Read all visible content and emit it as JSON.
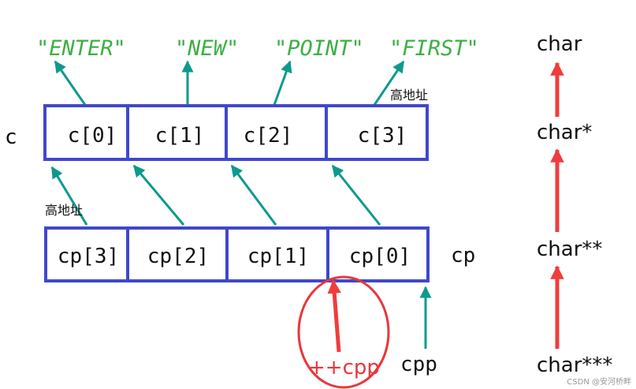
{
  "strings": [
    "\"ENTER\"",
    "\"NEW\"",
    "\"POINT\"",
    "\"FIRST\""
  ],
  "c_array": {
    "label": "c",
    "cells": [
      "c[0]",
      "c[1]",
      "c[2]",
      "c[3]"
    ],
    "high_address_label": "高地址"
  },
  "cp_array": {
    "label": "cp",
    "cells": [
      "cp[3]",
      "cp[2]",
      "cp[1]",
      "cp[0]"
    ],
    "high_address_label": "高地址"
  },
  "pointers": {
    "cpp": "cpp",
    "pre_increment": "++cpp"
  },
  "types": [
    "char",
    "char*",
    "char**",
    "char***"
  ],
  "watermark": "CSDN @安河桥畔",
  "colors": {
    "string_text": "#3cb043",
    "box_border": "#3f48cc",
    "teal_arrow": "#0d9a8e",
    "red_arrow": "#f03c3c",
    "circle": "#e8373b"
  }
}
